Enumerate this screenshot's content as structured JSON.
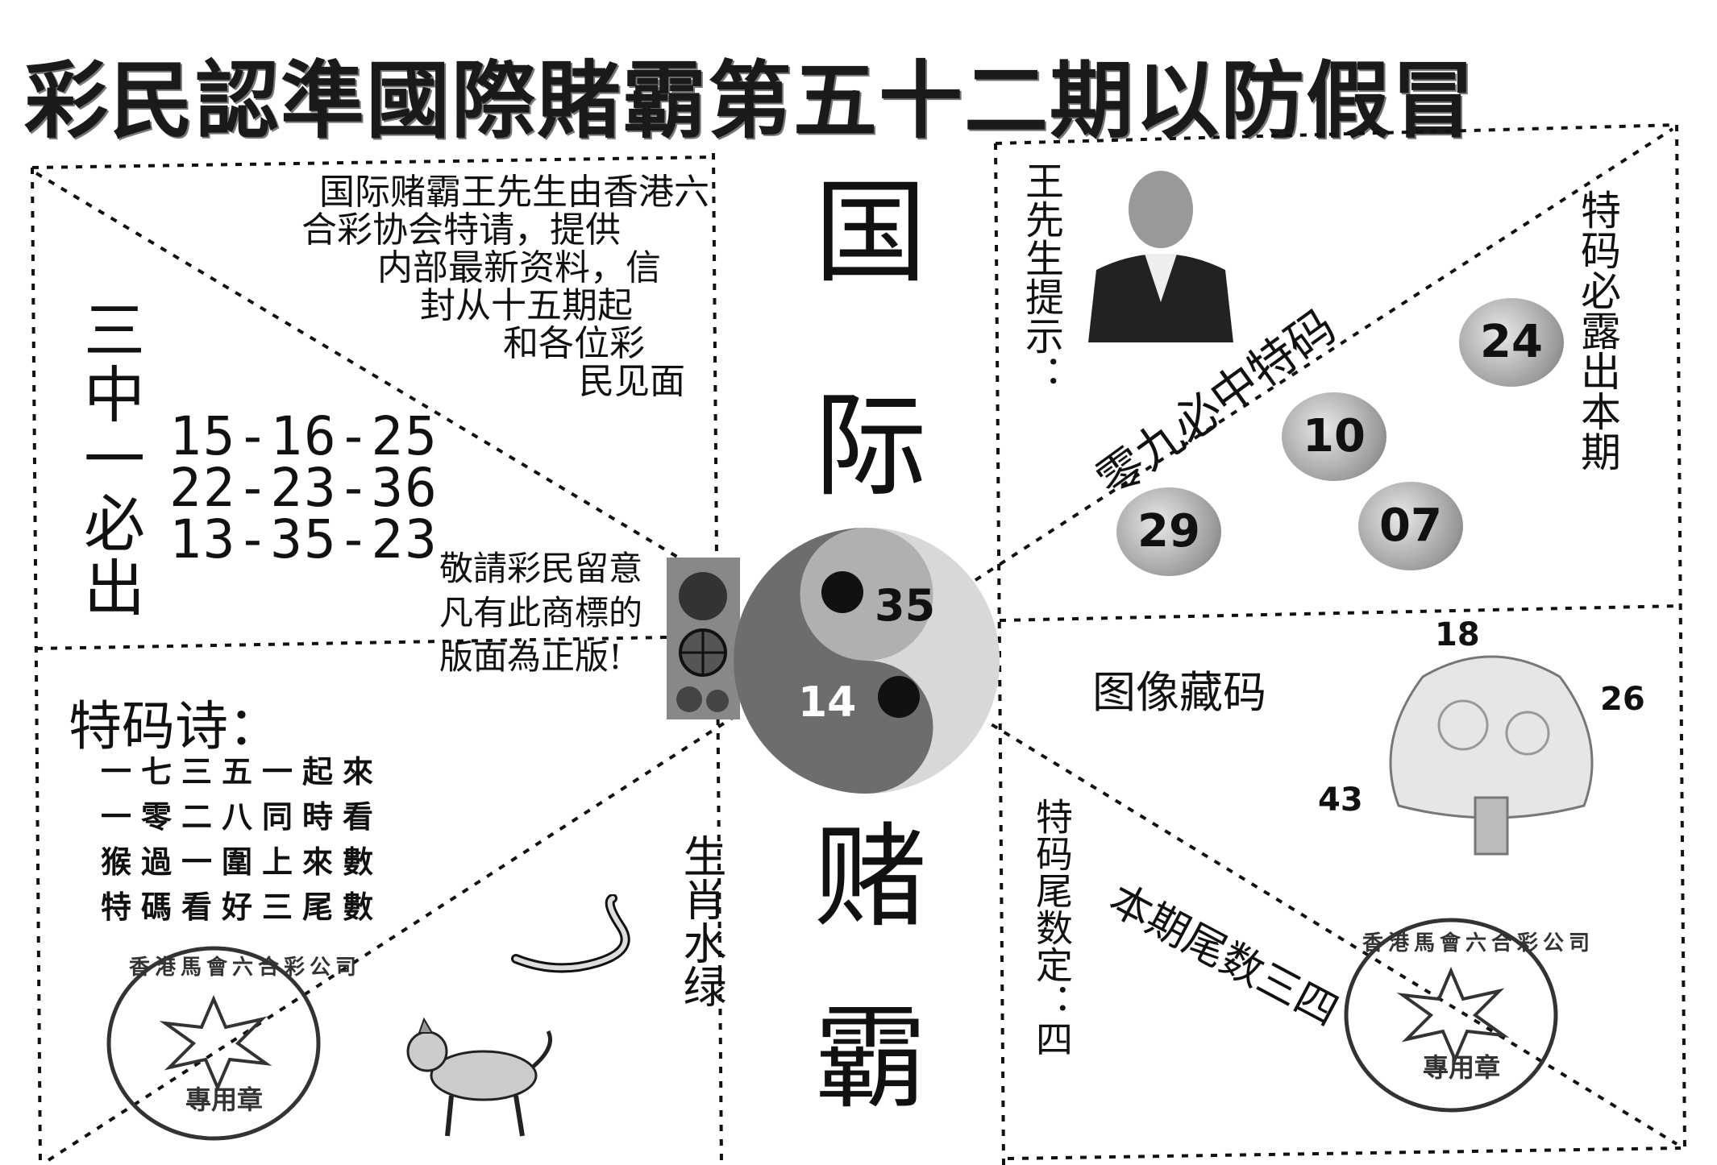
{
  "header": {
    "title": "彩民認準國際賭霸第五十二期以防假冒"
  },
  "intro": {
    "lines": [
      "国际赌霸王先生由香港六",
      "合彩协会特请，提供",
      "内部最新资料，信",
      "封从十五期起",
      "和各位彩",
      "民见面"
    ]
  },
  "sanzhong": {
    "label": "三中一必出",
    "combos": [
      "15-16-25",
      "22-23-36",
      "13-35-23"
    ]
  },
  "notice": {
    "lines": [
      "敬請彩民留意",
      "凡有此商標的",
      "版面為正版!"
    ]
  },
  "center": {
    "chars": [
      "国",
      "际",
      "赌",
      "霸"
    ],
    "yinyang_numbers": [
      "35",
      "14"
    ]
  },
  "wang_tip": {
    "label": "王先生提示："
  },
  "lingjiu": {
    "label": "零九必中特码"
  },
  "texiang": {
    "label": "特码必露出本期",
    "balls": [
      "24",
      "10",
      "29",
      "07"
    ]
  },
  "image_code": {
    "label": "图像藏码",
    "numbers": [
      "18",
      "26",
      "43"
    ]
  },
  "poem": {
    "title": "特码诗：",
    "lines": [
      "一七三五一起來",
      "一零二八同時看",
      "猴過一圍上來數",
      "特碼看好三尾數"
    ]
  },
  "shengxiao": {
    "label": "生肖水绿"
  },
  "weishu": {
    "label": "特码尾数定：四",
    "diagonal": "本期尾数三四"
  },
  "stamp": {
    "ring_text": "香港馬會六合彩公司",
    "center_text": "專用章"
  }
}
